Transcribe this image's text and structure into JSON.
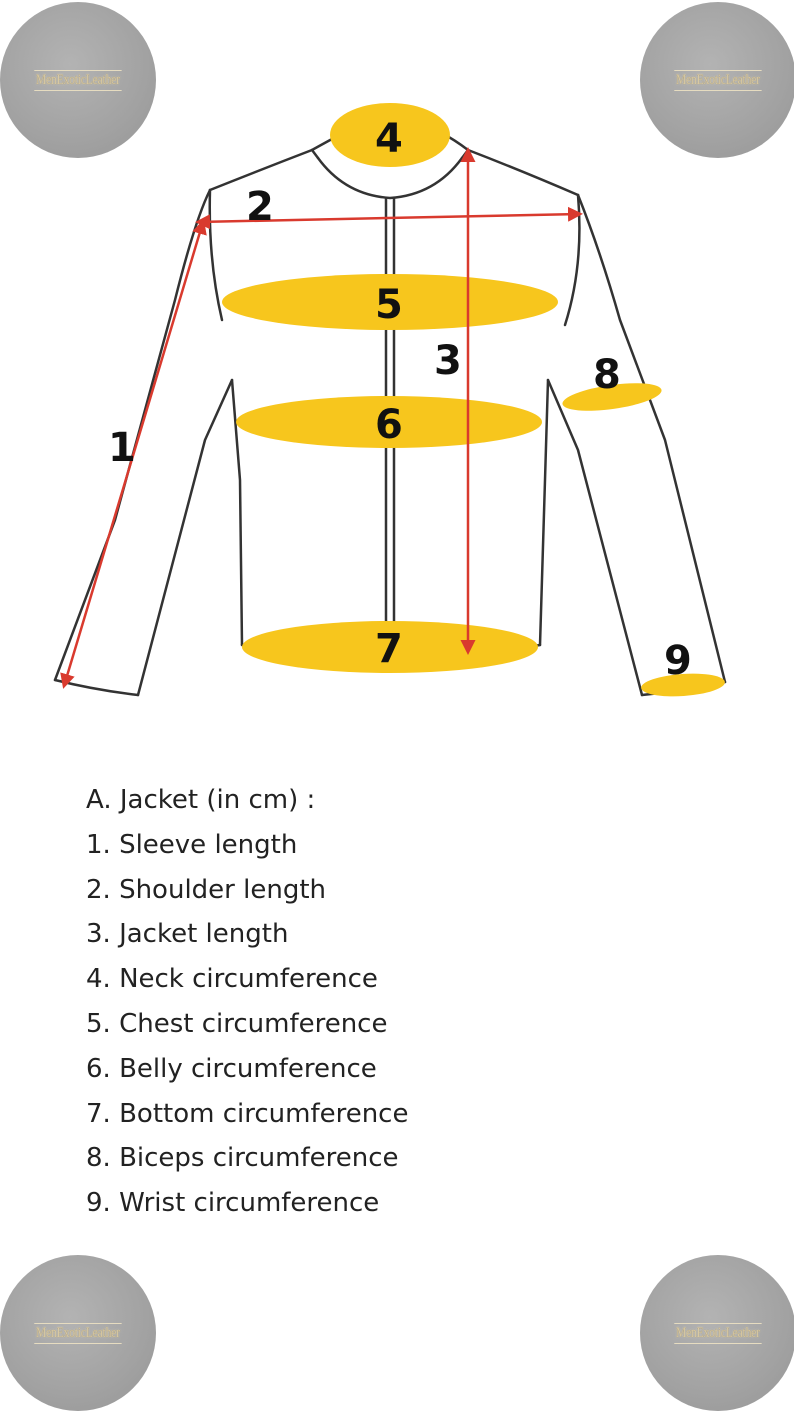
{
  "brand": {
    "logo_text": "MenExoticLeather",
    "badge_color": "#a6a6a6",
    "logo_text_color": "#d8c9a3"
  },
  "diagram": {
    "measurement_markers": [
      "1",
      "2",
      "3",
      "4",
      "5",
      "6",
      "7",
      "8",
      "9"
    ],
    "colors": {
      "highlight": "#f7c61d",
      "arrow": "#d93a2e",
      "outline": "#333333"
    }
  },
  "legend": {
    "heading": "A. Jacket (in cm) :",
    "items": [
      "1. Sleeve length",
      "2. Shoulder length",
      "3. Jacket length",
      "4. Neck circumference",
      "5. Chest circumference",
      "6. Belly circumference",
      "7. Bottom circumference",
      "8. Biceps circumference",
      "9. Wrist circumference"
    ]
  }
}
